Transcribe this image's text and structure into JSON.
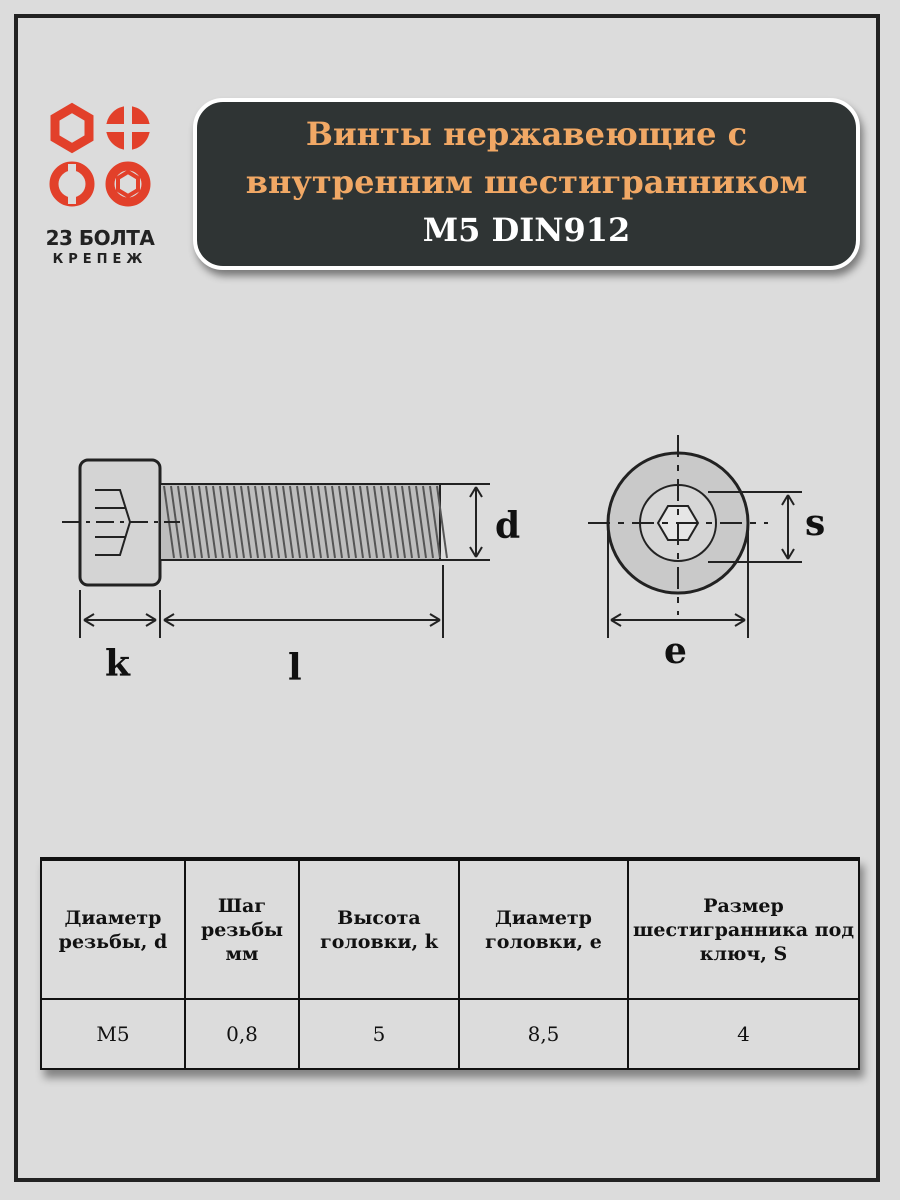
{
  "brand": {
    "name": "23 БОЛТА",
    "tagline": "КРЕПЕЖ",
    "color": "#e2402a"
  },
  "title": {
    "line1": "Винты нержавеющие с",
    "line2": "внутренним шестигранником",
    "line3": "M5 DIN912"
  },
  "diagram": {
    "labels": {
      "k": "k",
      "l": "l",
      "d": "d",
      "s": "s",
      "e": "e"
    }
  },
  "table": {
    "headers": [
      "Диаметр резьбы, d",
      "Шаг резьбы мм",
      "Высота головки, k",
      "Диаметр головки, e",
      "Размер шестигранника под ключ, S"
    ],
    "rows": [
      [
        "M5",
        "0,8",
        "5",
        "8,5",
        "4"
      ]
    ]
  }
}
